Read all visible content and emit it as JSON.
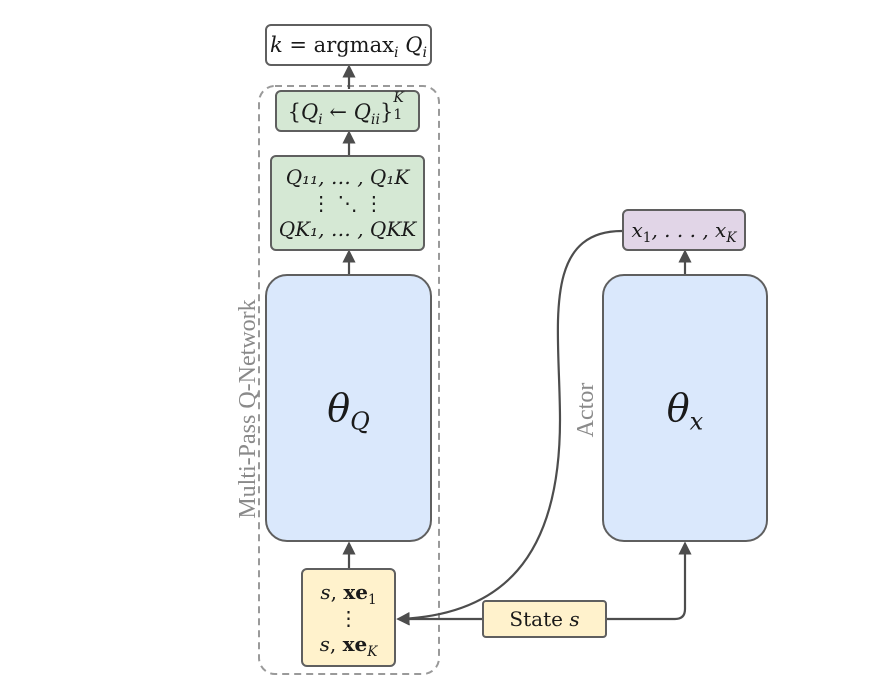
{
  "colors": {
    "stroke": "#5f5f5f",
    "green_fill": "#d5e8d4",
    "blue_fill": "#dae8fc",
    "purple_fill": "#e1d5e7",
    "yellow_fill": "#fff2cc",
    "dashed_border": "#9a9a9a",
    "label_gray": "#8a8a8a"
  },
  "labels": {
    "argmax_k": "k",
    "argmax_eq": " = argmax",
    "argmax_sub": "i",
    "argmax_Q": "Q",
    "argmax_Qsub": "i",
    "update_open": "{",
    "update_Q": "Q",
    "update_Qsub": "i",
    "update_arrow": " ← ",
    "update_Q2": "Q",
    "update_Q2sub": "ii",
    "update_close": "}",
    "update_sup": "K",
    "update_sub": "1",
    "qmatrix_row1": "Q₁₁, … , Q₁K",
    "qmatrix_row2": "⋮      ⋱      ⋮",
    "qmatrix_row3": "QK₁, … , QKK",
    "theta_q": "θ",
    "theta_q_sub": "Q",
    "theta_x": "θ",
    "theta_x_sub": "x",
    "x_list": "x",
    "x_list_sub1": "1",
    "x_list_mid": ", . . . , x",
    "x_list_subK": "K",
    "input_row1_s": "s",
    "input_row1_xe": "xe",
    "input_row1_sub": "1",
    "input_row2": "⋮",
    "input_row3_s": "s",
    "input_row3_xe": "xe",
    "input_row3_sub": "K",
    "state_label": "State ",
    "state_s": "s",
    "group_label": "Multi-Pass Q-Network",
    "actor_label": "Actor"
  }
}
